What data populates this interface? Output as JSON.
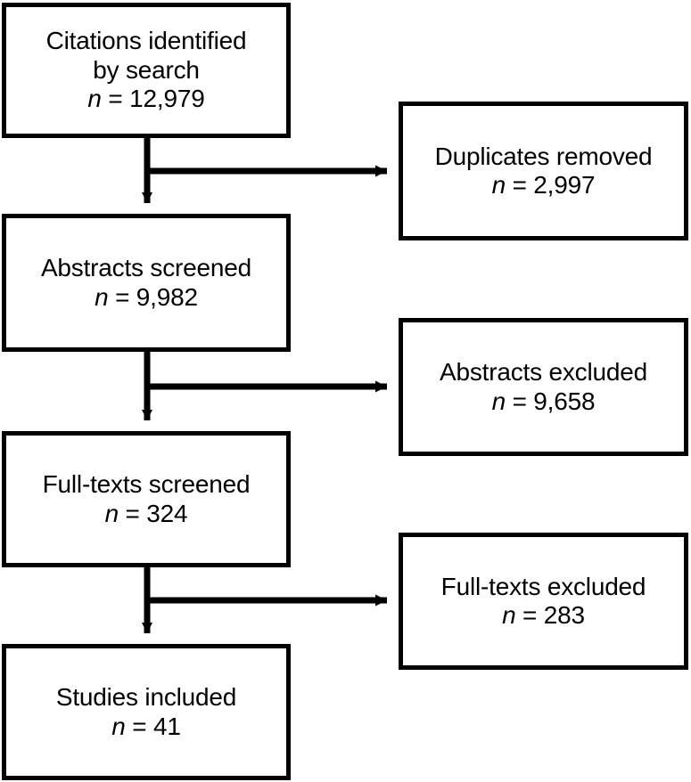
{
  "diagram": {
    "type": "prisma-flow-diagram",
    "orientation": "vertical",
    "background_color": "#ffffff",
    "line_color": "#000000",
    "text_color": "#000000",
    "count_symbol": "n",
    "count_separator": " = "
  },
  "nodes": {
    "citations": {
      "label": "Citations identified\nby search",
      "count_symbol": "n",
      "count_value": "= 12,979",
      "count_number": 12979,
      "column": "left"
    },
    "abstracts_screened": {
      "label": "Abstracts screened",
      "count_symbol": "n",
      "count_value": "= 9,982",
      "count_number": 9982,
      "column": "left"
    },
    "fulltexts_screened": {
      "label": "Full-texts screened",
      "count_symbol": "n",
      "count_value": "= 324",
      "count_number": 324,
      "column": "left"
    },
    "studies_included": {
      "label": "Studies included",
      "count_symbol": "n",
      "count_value": "= 41",
      "count_number": 41,
      "column": "left"
    },
    "duplicates_removed": {
      "label": "Duplicates removed",
      "count_symbol": "n",
      "count_value": "= 2,997",
      "count_number": 2997,
      "column": "right"
    },
    "abstracts_excluded": {
      "label": "Abstracts excluded",
      "count_symbol": "n",
      "count_value": "= 9,658",
      "count_number": 9658,
      "column": "right"
    },
    "fulltexts_excluded": {
      "label": "Full-texts excluded",
      "count_symbol": "n",
      "count_value": "= 283",
      "count_number": 283,
      "column": "right"
    }
  },
  "connectors": [
    {
      "from": "citations",
      "to": "abstracts_screened",
      "direction": "down"
    },
    {
      "from": "citations",
      "to": "duplicates_removed",
      "direction": "right"
    },
    {
      "from": "abstracts_screened",
      "to": "fulltexts_screened",
      "direction": "down"
    },
    {
      "from": "abstracts_screened",
      "to": "abstracts_excluded",
      "direction": "right"
    },
    {
      "from": "fulltexts_screened",
      "to": "studies_included",
      "direction": "down"
    },
    {
      "from": "fulltexts_screened",
      "to": "fulltexts_excluded",
      "direction": "right"
    }
  ]
}
